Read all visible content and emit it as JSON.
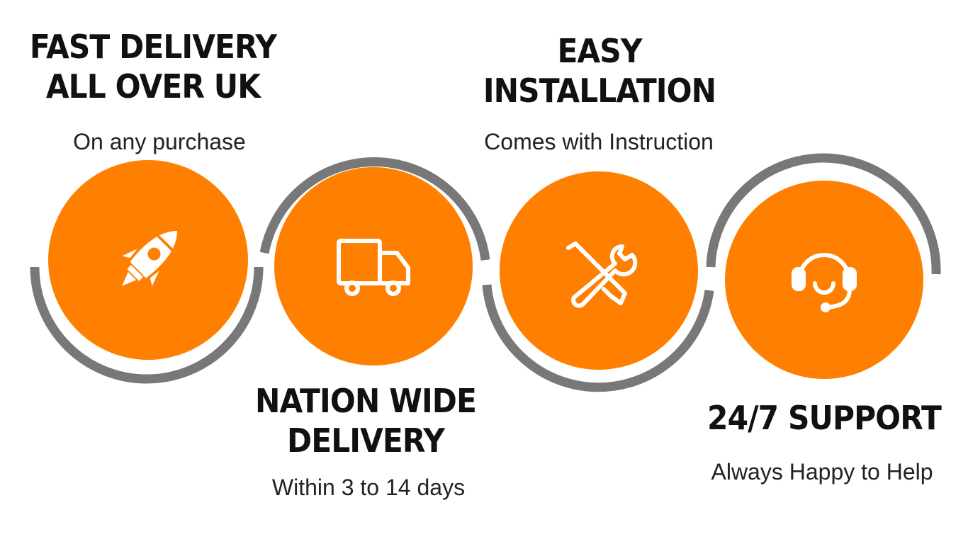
{
  "colors": {
    "circle": "#FF8000",
    "arc": "#787878",
    "icon": "#FFFFFF"
  },
  "features": [
    {
      "title_line1": "FAST DELIVERY",
      "title_line2": "ALL OVER UK",
      "subtitle": "On any purchase",
      "icon": "rocket-icon"
    },
    {
      "title_line1": "NATION WIDE",
      "title_line2": "DELIVERY",
      "subtitle": "Within 3 to 14 days",
      "icon": "truck-icon"
    },
    {
      "title_line1": "EASY",
      "title_line2": "INSTALLATION",
      "subtitle": "Comes with Instruction",
      "icon": "tools-icon"
    },
    {
      "title_line1": "24/7 SUPPORT",
      "subtitle": "Always Happy to Help",
      "icon": "headset-icon"
    }
  ]
}
